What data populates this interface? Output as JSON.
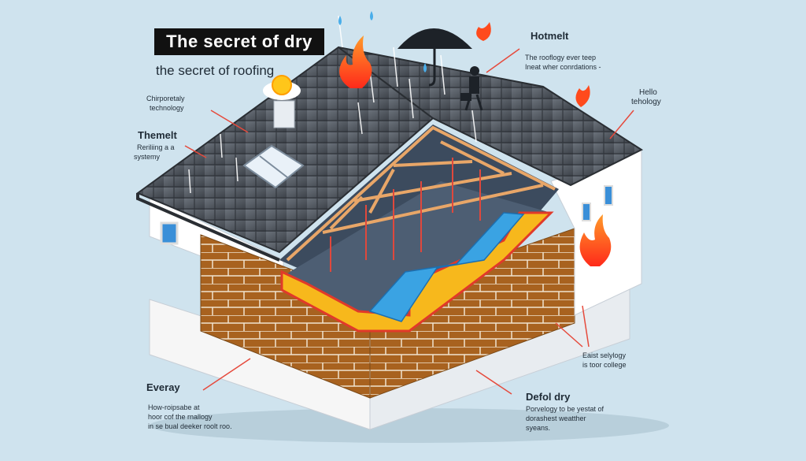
{
  "title": "The secret of dry",
  "subtitle": "the secret of roofing",
  "labels": {
    "hotmelt": "Hotmelt",
    "hotmelt_desc_1": "The rooflogy ever teep",
    "hotmelt_desc_2": "Ineat wher conrdations -",
    "hello": "Hello",
    "hello_desc": "tehology",
    "chirpo_1": "Chirporetaly",
    "chirpo_2": "technology",
    "themelt": "Themelt",
    "themelt_desc_1": "Reriliing a a",
    "themelt_desc_2": "systemy",
    "everay": "Everay",
    "everay_desc_1": "How-roipsabe at",
    "everay_desc_2": "hoor cof the rnallogy",
    "everay_desc_3": "in se bual deeker roolt roo.",
    "eaist_1": "Eaist selylogy",
    "eaist_2": "is toor college",
    "defol": "Defol dry",
    "defol_desc_1": "Porvelogy to be yestat of",
    "defol_desc_2": "dorashest weatther",
    "defol_desc_3": "syeans."
  },
  "colors": {
    "background": "#cfe3ee",
    "roof": "#4a5058",
    "brick": "#a8621f",
    "wall": "#ffffff",
    "insulation": "#f7b81c",
    "membrane": "#3aa3e3",
    "flame": "#ff4a1c",
    "arrow": "#e64a3c",
    "beam": "#e8a668"
  },
  "icons": [
    "umbrella-icon",
    "flame-icon",
    "sun-icon",
    "water-drop-icon",
    "skylight-icon",
    "worker-icon"
  ]
}
